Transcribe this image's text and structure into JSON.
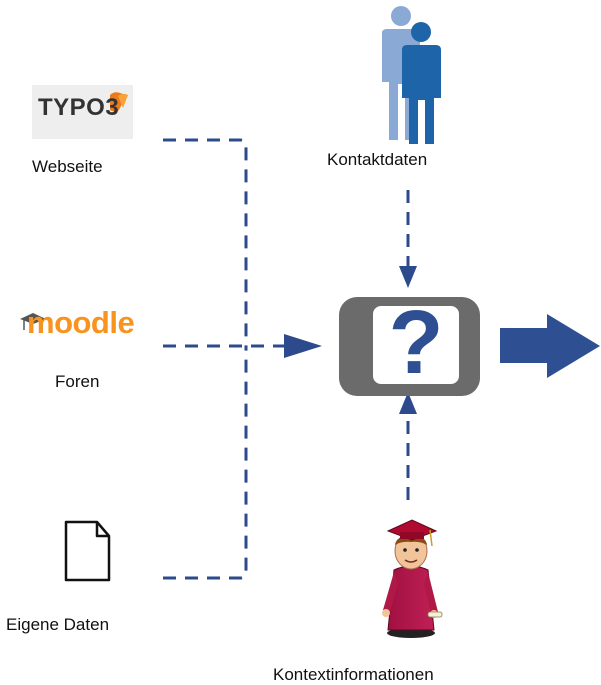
{
  "sources": {
    "website": {
      "logo_text": "TYPO3",
      "label": "Webseite",
      "icon": "typo3-logo"
    },
    "forums": {
      "logo_text": "moodle",
      "label": "Foren",
      "icon": "moodle-logo"
    },
    "own_data": {
      "label": "Eigene Daten",
      "icon": "document-icon"
    }
  },
  "contacts": {
    "label": "Kontaktdaten",
    "icon": "people-icon"
  },
  "context": {
    "label": "Kontextinformationen",
    "icon": "graduate-icon"
  },
  "center": {
    "glyph": "?",
    "icon": "question-box-icon"
  },
  "output": {
    "icon": "right-arrow-icon"
  },
  "colors": {
    "connector": "#2c4a8c",
    "box_border": "#6b6b6b",
    "question": "#2f4f93",
    "person_back": "#8aa9d4",
    "person_front": "#1e64a8",
    "typo3_orange": "#f07a1a",
    "moodle_orange": "#f7931e"
  }
}
